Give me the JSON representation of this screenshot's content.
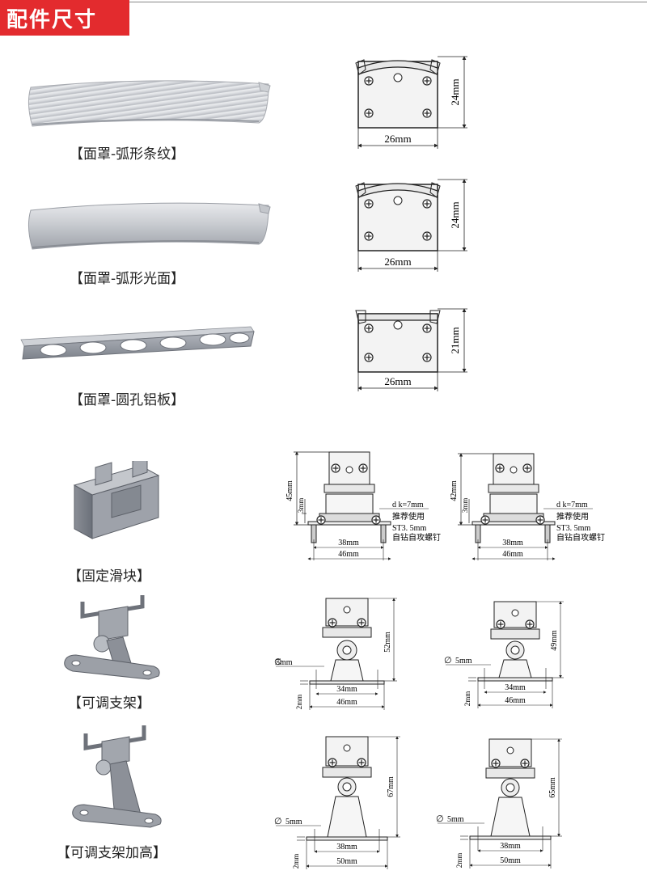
{
  "header": {
    "title": "配件尺寸",
    "accent": "#e32b2e"
  },
  "covers": [
    {
      "caption": "【面罩-弧形条纹】",
      "width": "26mm",
      "height": "24mm"
    },
    {
      "caption": "【面罩-弧形光面】",
      "width": "26mm",
      "height": "24mm"
    },
    {
      "caption": "【面罩-圆孔铝板】",
      "width": "26mm",
      "height": "21mm"
    }
  ],
  "fixed_slider": {
    "caption": "【固定滑块】",
    "left": {
      "height": "45mm",
      "depth": "3mm",
      "screw": "d k=7mm",
      "note1": "推荐使用",
      "note2": "ST3. 5mm",
      "note3": "自钻自攻螺钉",
      "inner": "38mm",
      "outer": "46mm"
    },
    "right": {
      "height": "42mm",
      "depth": "3mm",
      "screw": "d k=7mm",
      "note1": "推荐使用",
      "note2": "ST3. 5mm",
      "note3": "自钻自攻螺钉",
      "inner": "38mm",
      "outer": "46mm"
    }
  },
  "adjustable_bracket": {
    "caption": "【可调支架】",
    "left": {
      "hole": "5mm",
      "height": "52mm",
      "inner": "34mm",
      "outer": "46mm",
      "plate": "2mm"
    },
    "right": {
      "hole": "5mm",
      "height": "49mm",
      "inner": "34mm",
      "outer": "46mm",
      "plate": "2mm"
    }
  },
  "tall_bracket": {
    "caption": "【可调支架加高】",
    "left": {
      "hole": "5mm",
      "height": "67mm",
      "inner": "38mm",
      "outer": "50mm",
      "plate": "2mm"
    },
    "right": {
      "hole": "5mm",
      "height": "65mm",
      "inner": "38mm",
      "outer": "50mm",
      "plate": "2mm"
    }
  }
}
